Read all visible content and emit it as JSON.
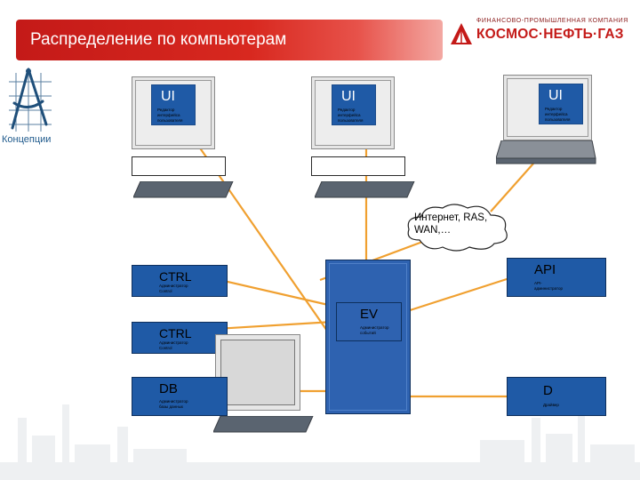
{
  "slide": {
    "title": "Распределение по компьютерам",
    "logo": {
      "company": "ФИНАНСОВО-ПРОМЫШЛЕННАЯ КОМПАНИЯ",
      "name": "КОСМОС·НЕФТЬ·ГАЗ",
      "icon": "oil-derrick-logo"
    },
    "concept_label": "Концепции"
  },
  "nodes": {
    "ui_left": {
      "label": "UI",
      "caption": [
        "Редактор",
        "интерфейса",
        "пользователя"
      ]
    },
    "ui_center": {
      "label": "UI",
      "caption": [
        "Редактор",
        "интерфейса",
        "пользователя"
      ]
    },
    "ui_right": {
      "label": "UI",
      "caption": [
        "Редактор",
        "интерфейса",
        "пользователя"
      ]
    },
    "cloud": {
      "text": [
        "Интернет, RAS,",
        "WAN,…"
      ]
    },
    "ctrl1": {
      "label": "CTRL",
      "caption": [
        "Администратор",
        "Control"
      ]
    },
    "ctrl2": {
      "label": "CTRL",
      "caption": [
        "Администратор",
        "Control"
      ]
    },
    "db": {
      "label": "DB",
      "caption": [
        "Администратор",
        "базы данных"
      ]
    },
    "ev": {
      "label": "EV",
      "caption": [
        "Администратор",
        "событий"
      ]
    },
    "api": {
      "label": "API",
      "caption": [
        "API-",
        "администратор"
      ]
    },
    "d": {
      "label": "D",
      "caption": [
        "Драйвер"
      ]
    }
  },
  "colors": {
    "title_bar": "#d8281f",
    "box_blue": "#1f5aa6",
    "server_blue": "#2e62b0",
    "connector": "#f0a030",
    "screen_gray": "#c8c8c8",
    "keyboard_gray": "#5a6470"
  }
}
